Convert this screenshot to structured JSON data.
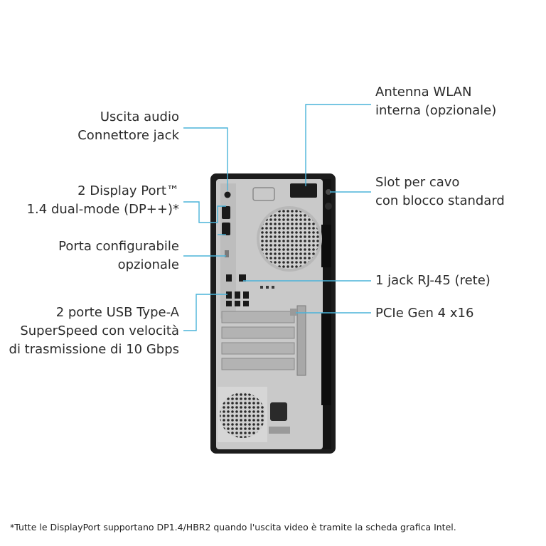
{
  "callouts": {
    "audio": "Uscita audio\nConnettore jack",
    "displayport": "2 Display Port™\n1.4 dual-mode (DP++)*",
    "configurable_port": "Porta configurabile\nopzionale",
    "usb": "2 porte USB Type-A\nSuperSpeed con velocità\ndi trasmissione di 10 Gbps",
    "wlan": "Antenna WLAN\ninterna (opzionale)",
    "cable_lock": "Slot per cavo\ncon blocco standard",
    "rj45": "1 jack RJ-45 (rete)",
    "pcie": "PCIe Gen 4 x16"
  },
  "footnote": "*Tutte le DisplayPort supportano DP1.4/HBR2 quando l'uscita video è tramite la scheda grafica Intel.",
  "colors": {
    "leader_line": "#4ab3d9",
    "chassis": "#1c1c1c",
    "panel": "#c9c9c9",
    "text": "#2b2b2b"
  }
}
